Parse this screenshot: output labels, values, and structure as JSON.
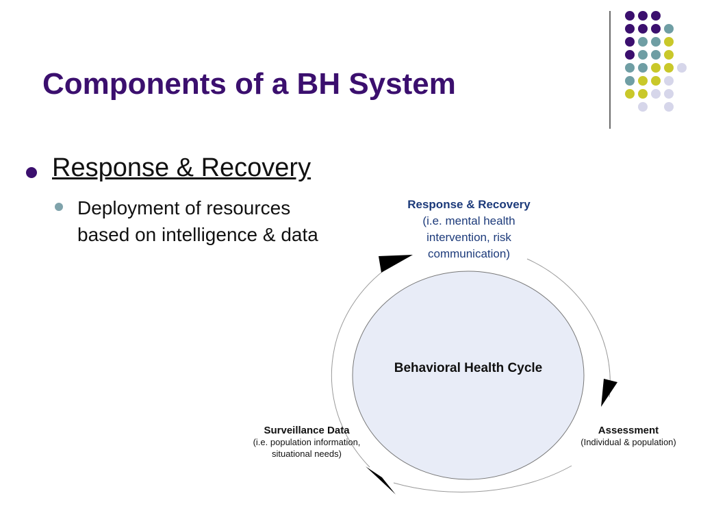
{
  "slide": {
    "title": "Components of a BH System",
    "bullets": [
      {
        "text": "Response & Recovery",
        "sub": [
          "Deployment of resources",
          "based on intelligence & data"
        ]
      }
    ]
  },
  "diagram": {
    "center_label": "Behavioral Health Cycle",
    "nodes": {
      "response": {
        "title": "Response & Recovery",
        "detail": [
          "(i.e. mental health",
          "intervention, risk",
          "communication)"
        ]
      },
      "surveillance": {
        "title": "Surveillance Data",
        "detail": [
          "(i.e. population information,",
          "situational needs)"
        ]
      },
      "assessment": {
        "title": "Assessment",
        "detail": [
          "(Individual & population)"
        ]
      }
    }
  },
  "colors": {
    "title": "#3b0f6e",
    "purple": "#3b0f6e",
    "teal": "#6f9ea4",
    "yellow": "#c9c82a",
    "lavender": "#d6d6ea",
    "circle_fill": "#e8ecf7",
    "response_text": "#1c3a7a"
  }
}
